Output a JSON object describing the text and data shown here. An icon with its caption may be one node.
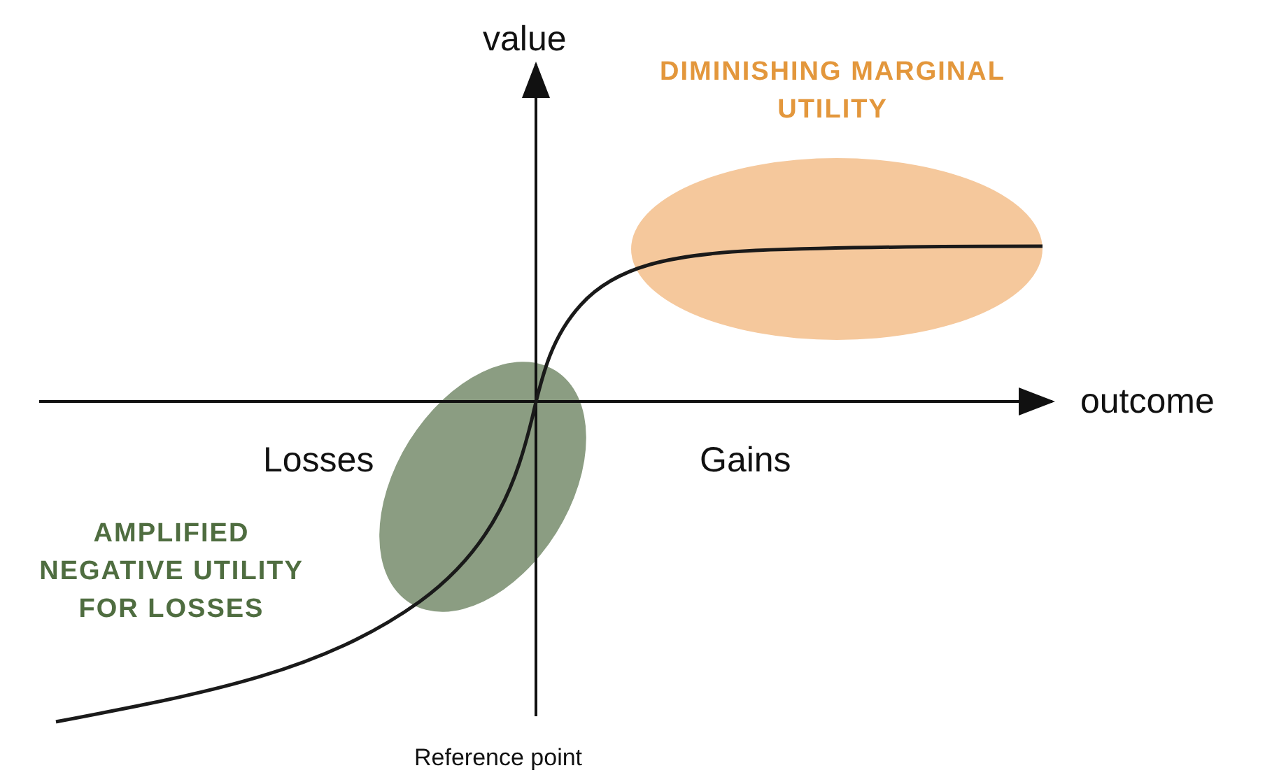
{
  "diagram": {
    "nodes": [
      {
        "text": [
          "DIMINISHING MARGINAL UTILITY"
        ]
      },
      {
        "text": [
          "AMPLIFIED NEGATIVE UTILITY FOR LOSSES"
        ]
      }
    ],
    "labels": [
      "value",
      "outcome",
      "Losses",
      "Gains",
      "Reference point"
    ]
  }
}
